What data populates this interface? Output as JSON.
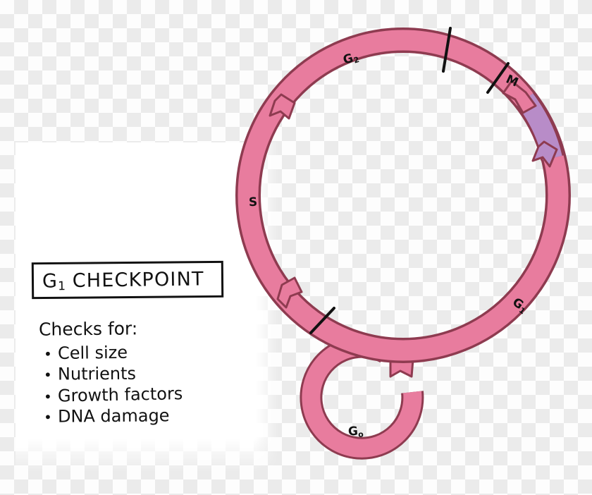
{
  "diagram": {
    "title": "Cell cycle with G1 checkpoint",
    "colors": {
      "phase_fill": "#E87C9E",
      "phase_outline": "#8E3B50",
      "mitosis_fill": "#B88CC8",
      "mitosis_outline": "#8E3B50",
      "ink": "#111111",
      "panel": "#FFFFFF"
    },
    "phases": [
      {
        "id": "g2",
        "label": "G",
        "subscript": "2",
        "name": "G2 phase",
        "color": "#E87C9E"
      },
      {
        "id": "m",
        "label": "M",
        "subscript": "",
        "name": "M phase",
        "color": "#B88CC8"
      },
      {
        "id": "g1",
        "label": "G",
        "subscript": "1",
        "name": "G1 phase",
        "color": "#E87C9E"
      },
      {
        "id": "s",
        "label": "S",
        "subscript": "",
        "name": "S phase",
        "color": "#E87C9E"
      },
      {
        "id": "g0",
        "label": "G",
        "subscript": "o",
        "name": "G0 phase",
        "color": "#E87C9E"
      }
    ],
    "tick_marks": [
      {
        "id": "tick-g2-m",
        "name": "G2/M boundary tick"
      },
      {
        "id": "tick-m-g1",
        "name": "M/G1 boundary tick"
      },
      {
        "id": "tick-g1-s",
        "name": "G1/S checkpoint tick"
      }
    ],
    "arrowheads": [
      {
        "id": "arrow-s-g2",
        "name": "S to G2 direction arrow"
      },
      {
        "id": "arrow-m-g1",
        "name": "M to G1 direction arrow"
      },
      {
        "id": "arrow-g1-s",
        "name": "G1 to S direction arrow"
      },
      {
        "id": "arrow-g0-return",
        "name": "G0 re-entry arrow"
      }
    ]
  },
  "checkpoint": {
    "title_main": "G",
    "title_sub": "1",
    "title_rest": " CHECKPOINT",
    "title_full": "G1 CHECKPOINT",
    "intro": "Checks for:",
    "bullet_glyph": "•",
    "items": [
      "Cell size",
      "Nutrients",
      "Growth factors",
      "DNA damage"
    ]
  }
}
